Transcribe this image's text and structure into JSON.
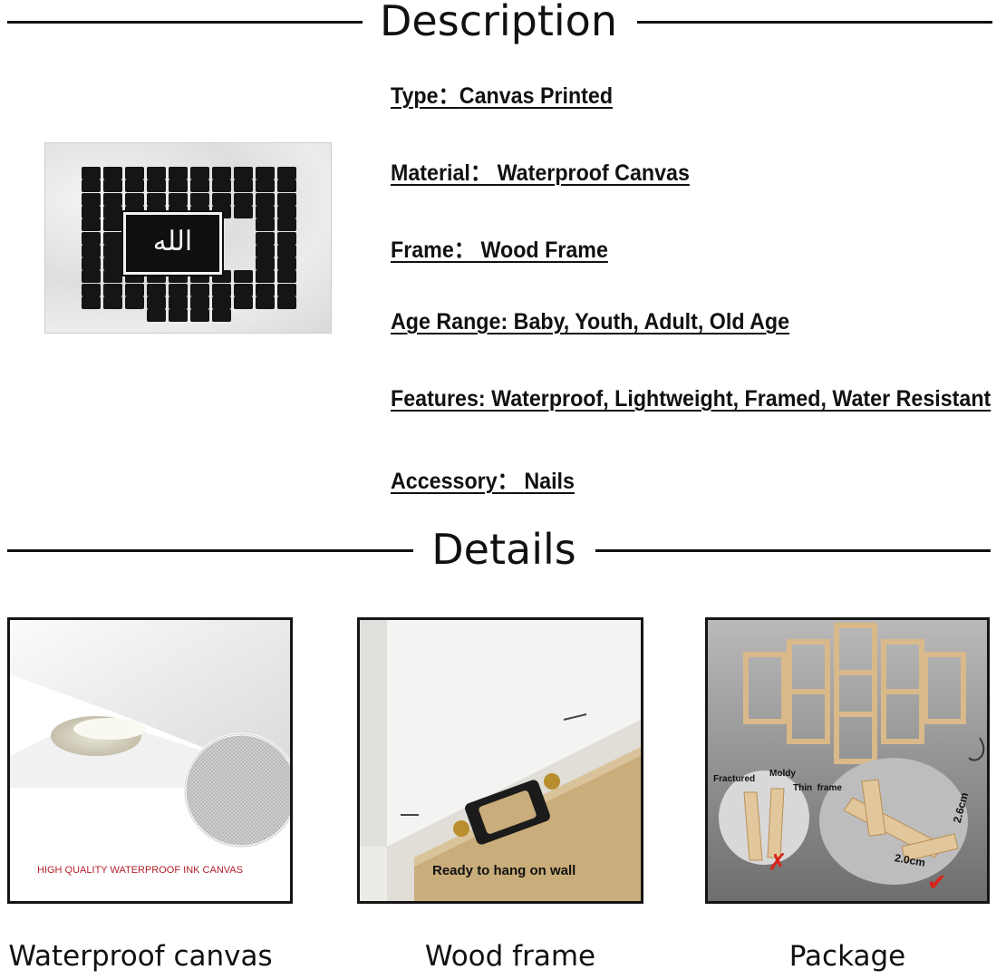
{
  "sections": {
    "description_title": "Description",
    "details_title": "Details"
  },
  "specs": [
    {
      "label": "Type：",
      "value": "Canvas Printed"
    },
    {
      "label": "Material： ",
      "value": "Waterproof Canvas"
    },
    {
      "label": "Frame： ",
      "value": "Wood Frame"
    },
    {
      "label": "Age Range: ",
      "value": "Baby, Youth, Adult, Old Age"
    },
    {
      "label": "Features: ",
      "value": "Waterproof, Lightweight, Framed, Water Resistant"
    },
    {
      "label": "Accessory： ",
      "value": "Nails"
    }
  ],
  "product_image": {
    "center_text": "الله"
  },
  "details": {
    "canvas": {
      "caption": "Waterproof canvas",
      "overlay_text": "HIGH QUALITY WATERPROOF INK CANVAS",
      "overlay_color": "#b3202a"
    },
    "frame": {
      "caption": "Wood frame",
      "overlay_text": "Ready to hang on wall"
    },
    "package": {
      "caption": "Package",
      "label_fractured": "Fractured",
      "label_moldy": "Moldy",
      "label_thin": "Thin  frame",
      "label_height": "2.6cm",
      "label_width": "2.0cm",
      "bad_mark_color": "#d9241c",
      "good_mark_color": "#d9241c"
    }
  }
}
